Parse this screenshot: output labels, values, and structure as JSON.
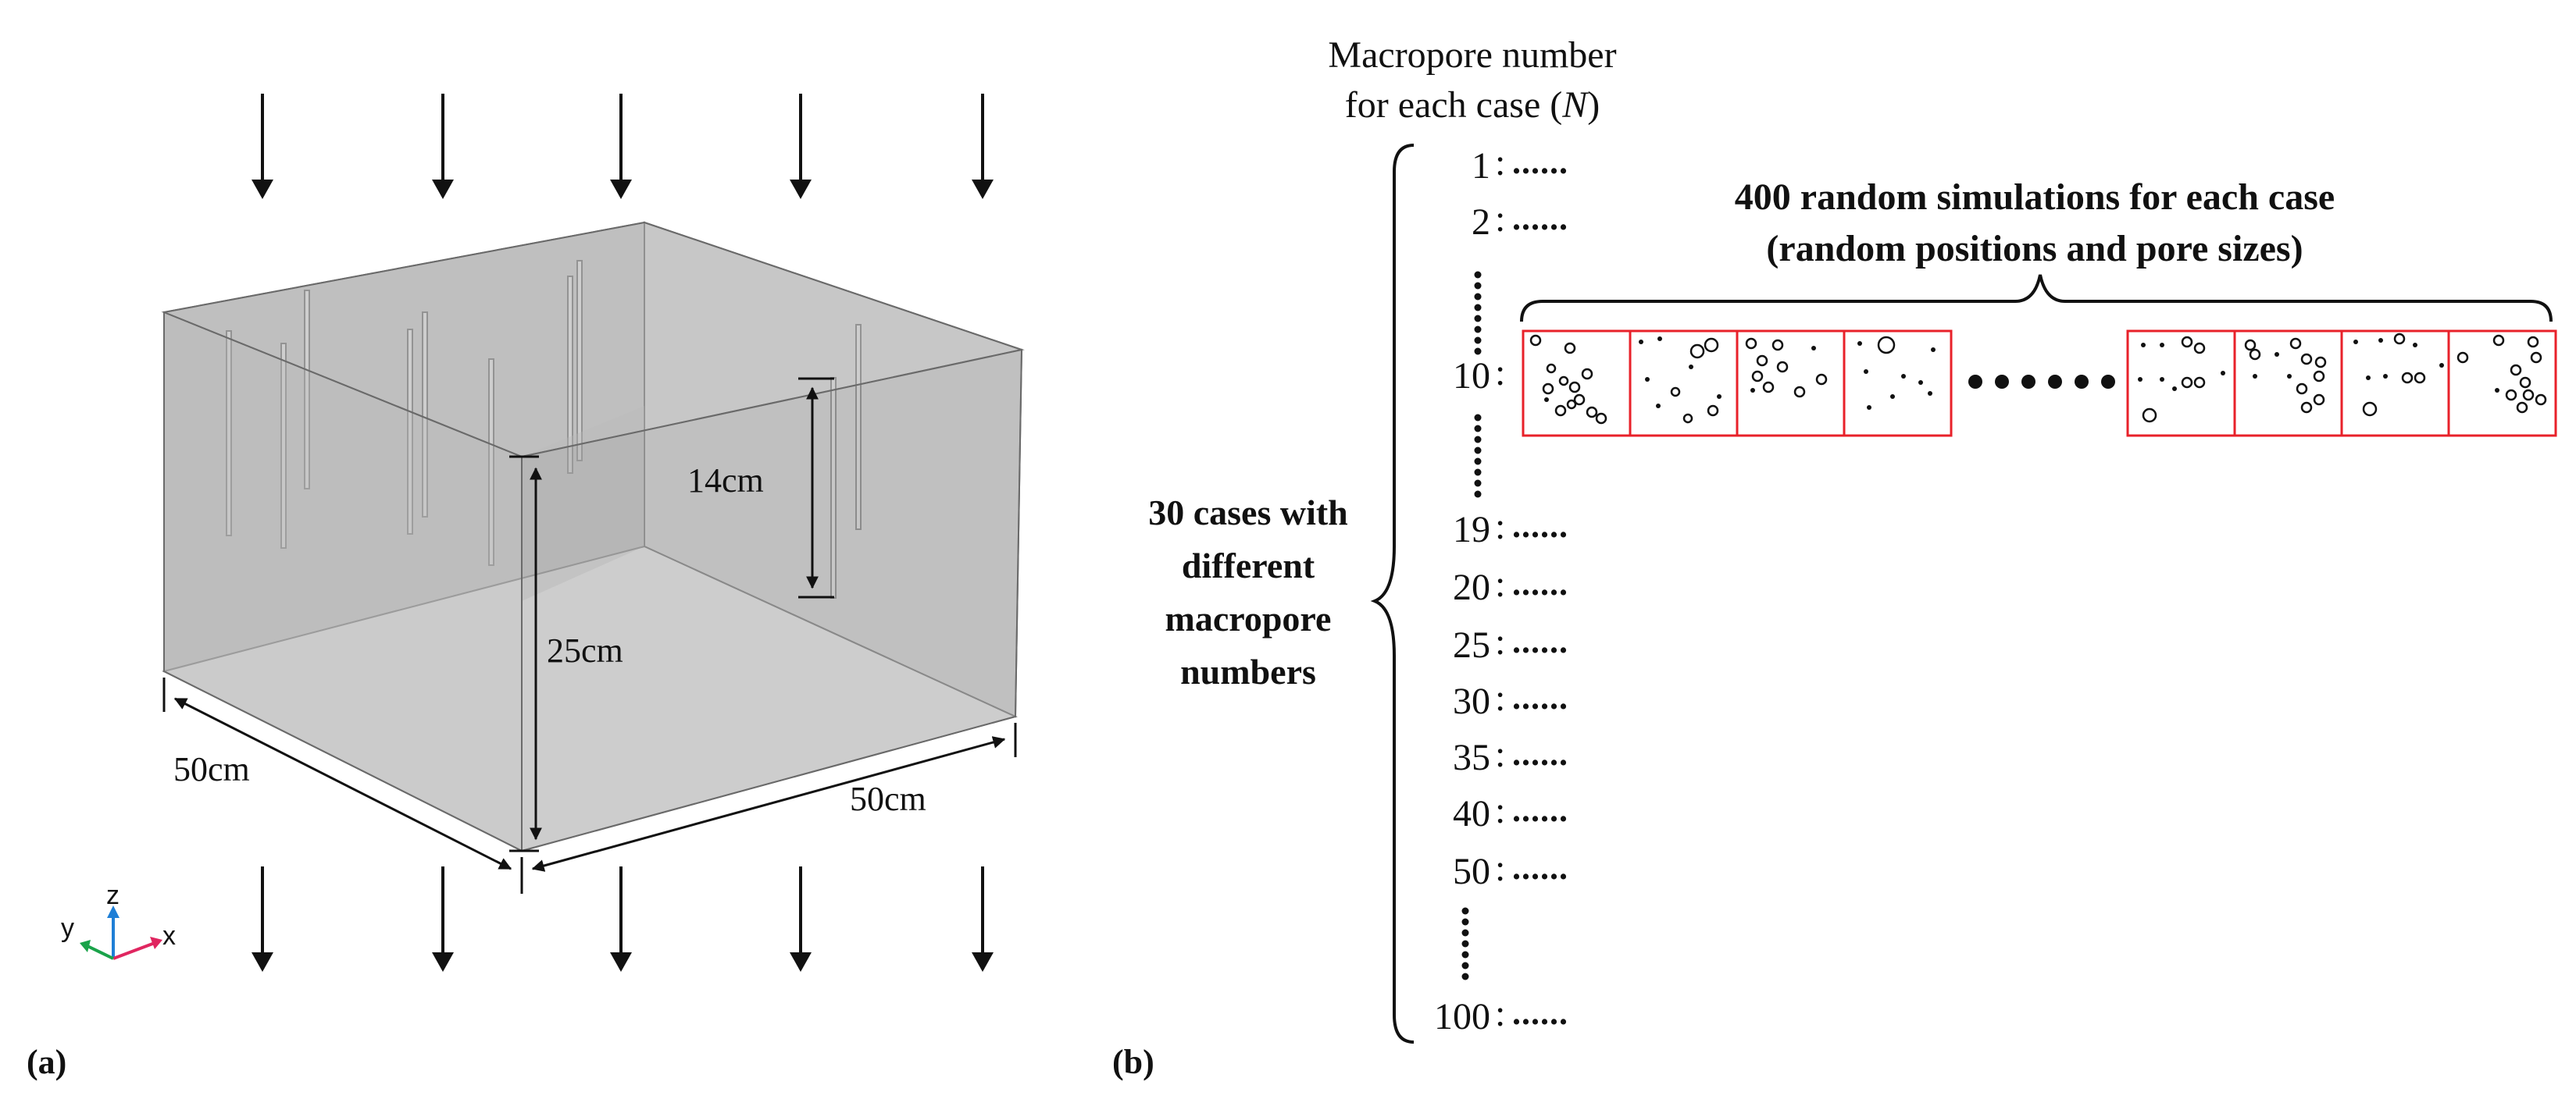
{
  "panel_a": {
    "label": "(a)",
    "dims": {
      "height": "25cm",
      "width_left": "50cm",
      "width_right": "50cm",
      "macropore_depth": "14cm"
    },
    "axes": {
      "x": "x",
      "y": "y",
      "z": "z"
    },
    "colors": {
      "box_fill": "#c4c4c4",
      "box_edge": "#6a6a6a",
      "axis_x": "#e02660",
      "axis_y": "#1aa34a",
      "axis_z": "#1f7fd6"
    }
  },
  "panel_b": {
    "label": "(b)",
    "header_line1": "Macropore number",
    "header_line2_prefix": "for each case (",
    "header_line2_var": "N",
    "header_line2_suffix": ")",
    "group_label_lines": [
      "30 cases with",
      "different",
      "macropore",
      "numbers"
    ],
    "sim_title_line1": "400 random simulations for each case",
    "sim_title_line2": "(random positions and pore sizes)",
    "rows": [
      {
        "n": "1",
        "colon": ":",
        "dots": "......"
      },
      {
        "n": "2",
        "colon": ":",
        "dots": "......"
      },
      {
        "n": "10",
        "colon": ":",
        "dots": ""
      },
      {
        "n": "19",
        "colon": ":",
        "dots": "......"
      },
      {
        "n": "20",
        "colon": ":",
        "dots": "......"
      },
      {
        "n": "25",
        "colon": ":",
        "dots": "......"
      },
      {
        "n": "30",
        "colon": ":",
        "dots": "......"
      },
      {
        "n": "35",
        "colon": ":",
        "dots": "......"
      },
      {
        "n": "40",
        "colon": ":",
        "dots": "......"
      },
      {
        "n": "50",
        "colon": ":",
        "dots": "......"
      },
      {
        "n": "100",
        "colon": ":",
        "dots": "......"
      }
    ],
    "colors": {
      "cell_border": "#e8212a"
    }
  }
}
